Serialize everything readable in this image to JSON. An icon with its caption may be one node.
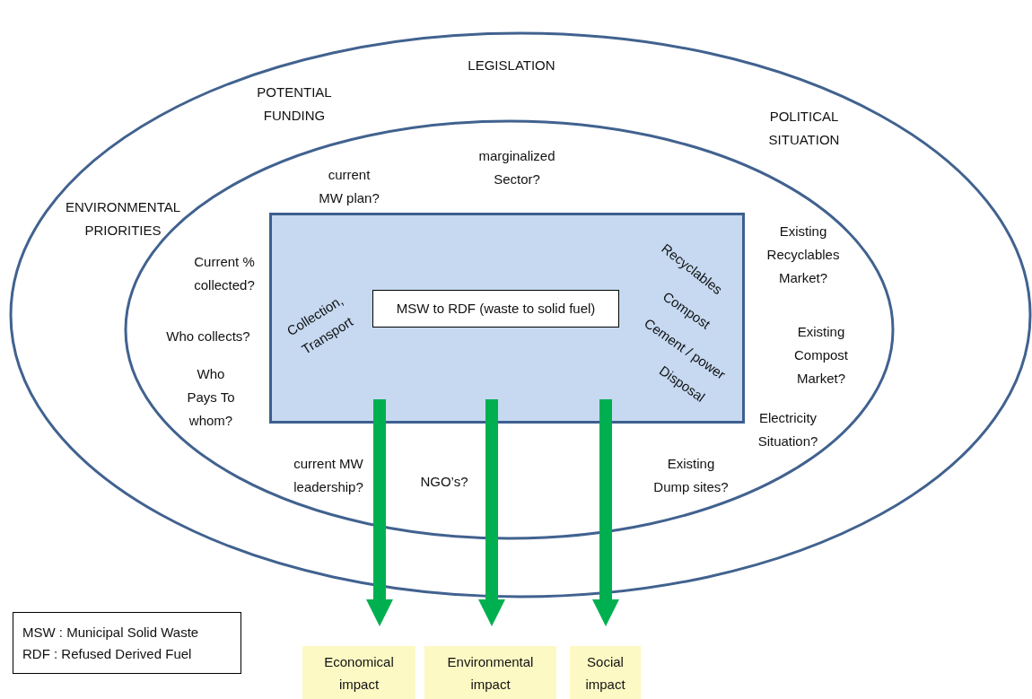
{
  "diagram": {
    "nodes": [
      {
        "text": [
          "LEGISLATION",
          "POTENTIAL FUNDING",
          "POLITICAL SITUATION",
          "ENVIRONMENTAL PRIORITIES"
        ]
      },
      {
        "text": [
          "current MW plan?",
          "marginalized Sector?",
          "Current % collected?",
          "Who collects?",
          "Who Pays To whom?",
          "current MW leadership?",
          "NGO’s?",
          "Existing Recyclables Market?",
          "Existing Compost Market?",
          "Electricity Situation?",
          "Existing Dump sites?"
        ],
        "in": 0
      },
      {
        "text": [
          "Collection, Transport",
          "Recyclables",
          "Compost",
          "Cement / power",
          "Disposal"
        ],
        "in": 1
      },
      {
        "text": [
          "MSW to RDF (waste to solid fuel)"
        ],
        "in": 2
      },
      {
        "text": [
          "Economical impact"
        ]
      },
      {
        "text": [
          "Environmental impact"
        ]
      },
      {
        "text": [
          "Social impact"
        ]
      },
      {
        "text": [
          "MSW : Municipal Solid Waste",
          "RDF : Refused Derived Fuel"
        ]
      }
    ],
    "edges": [
      {
        "from": 2,
        "to": 4,
        "arrow": "to"
      },
      {
        "from": 2,
        "to": 5,
        "arrow": "to"
      },
      {
        "from": 2,
        "to": 6,
        "arrow": "to"
      }
    ]
  }
}
